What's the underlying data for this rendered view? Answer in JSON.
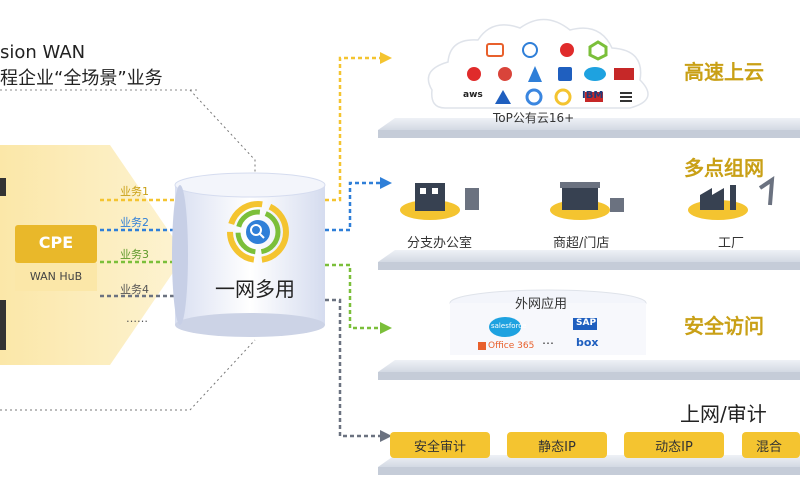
{
  "header": {
    "line1": "sion WAN",
    "line2": "程企业“全场景”业务"
  },
  "left": {
    "cpe_label": "CPE",
    "hub_label": "WAN HuB",
    "lines": [
      {
        "label": "业务1",
        "color": "#f4c430"
      },
      {
        "label": "业务2",
        "color": "#2f7fd8"
      },
      {
        "label": "业务3",
        "color": "#7bbf3a"
      },
      {
        "label": "业务4",
        "color": "#6b7280"
      }
    ],
    "more": "……"
  },
  "hub": {
    "label": "一网多用"
  },
  "sections": [
    {
      "title": "高速上云",
      "caption": "ToP公有云16+"
    },
    {
      "title": "多点组网",
      "items": [
        "分支办公室",
        "商超/门店",
        "工厂"
      ]
    },
    {
      "title": "安全访问",
      "cloud_label": "外网应用",
      "apps": [
        "salesforce",
        "Office 365",
        "SAP",
        "box"
      ],
      "dots": "…"
    },
    {
      "title": "上网/审计",
      "tags": [
        "安全审计",
        "静态IP",
        "动态IP",
        "混合"
      ]
    }
  ],
  "cloud_logos": {
    "aws": "aws",
    "ibm": "IBM"
  },
  "colors": {
    "gold": "#f4c430",
    "blue": "#2f7fd8",
    "green": "#7bbf3a",
    "gray": "#6b7280",
    "title": "#c9a016"
  }
}
